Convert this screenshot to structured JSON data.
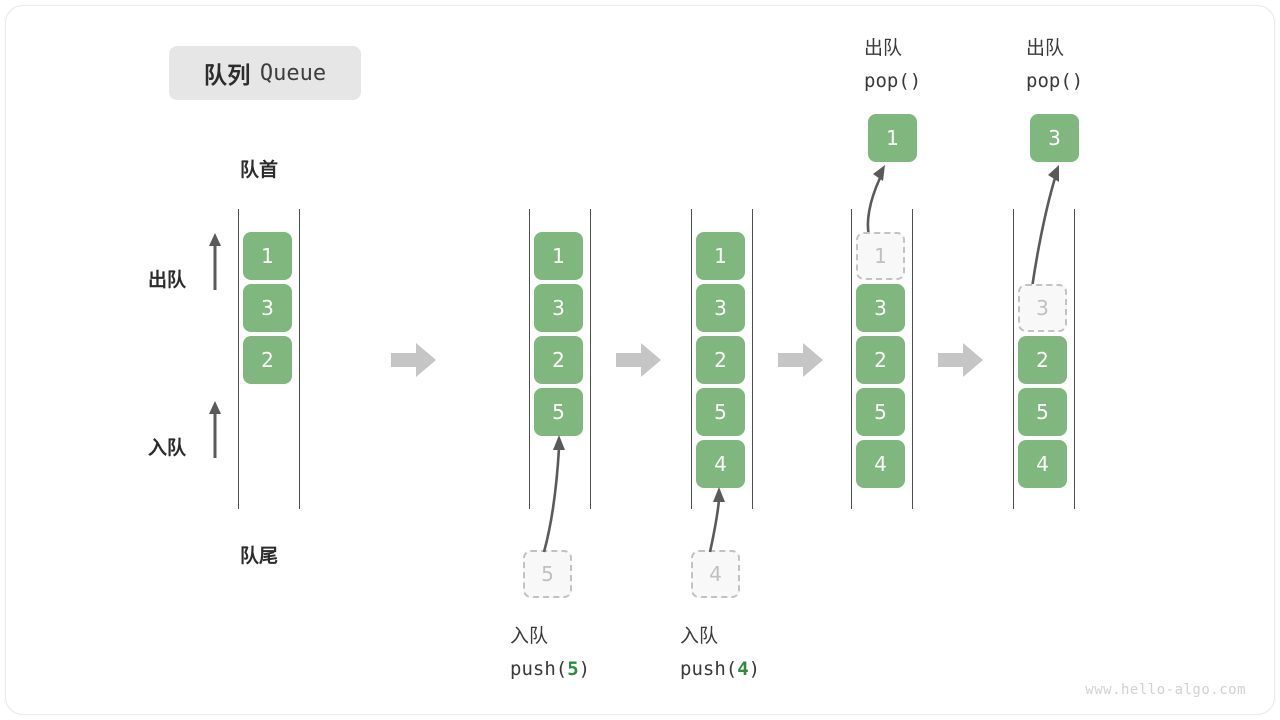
{
  "meta": {
    "title_cn": "队列",
    "title_en": "Queue",
    "watermark": "www.hello-algo.com"
  },
  "colors": {
    "element_fill": "#7fb77e",
    "element_text": "#ffffff",
    "ghost_fill": "#f8f8f8",
    "ghost_border": "#c2c2c2",
    "ghost_text": "#c0c0c0",
    "rail": "#4f4f4f",
    "flow_arrow": "#c5c5c5",
    "curve_arrow": "#5a5a5a",
    "badge_bg": "#e6e6e6",
    "code_accent": "#2e8b40",
    "watermark": "#d2d2d2"
  },
  "annotations": {
    "front_label": "队首",
    "rear_label": "队尾",
    "dequeue_label": "出队",
    "enqueue_label": "入队"
  },
  "steps": [
    {
      "id": "initial",
      "cells": [
        "1",
        "3",
        "2"
      ],
      "ghost_index": null,
      "caption_cn": "",
      "caption_code": "",
      "top_caption_cn": "",
      "top_caption_code": "",
      "out_value": "",
      "in_value": ""
    },
    {
      "id": "push-5",
      "cells": [
        "1",
        "3",
        "2",
        "5"
      ],
      "ghost_index": null,
      "caption_cn": "入队",
      "caption_code_pre": "push(",
      "caption_code_num": "5",
      "caption_code_post": ")",
      "in_value": "5"
    },
    {
      "id": "push-4",
      "cells": [
        "1",
        "3",
        "2",
        "5",
        "4"
      ],
      "ghost_index": null,
      "caption_cn": "入队",
      "caption_code_pre": "push(",
      "caption_code_num": "4",
      "caption_code_post": ")",
      "in_value": "4"
    },
    {
      "id": "pop-1",
      "cells": [
        "1",
        "3",
        "2",
        "5",
        "4"
      ],
      "ghost_index": 0,
      "top_caption_cn": "出队",
      "top_caption_code": "pop()",
      "out_value": "1"
    },
    {
      "id": "pop-3",
      "cells": [
        "3",
        "2",
        "5",
        "4"
      ],
      "ghost_index": 0,
      "top_caption_cn": "出队",
      "top_caption_code": "pop()",
      "out_value": "3"
    }
  ],
  "flow_arrows": [
    {
      "name": "flow-arrow-1"
    },
    {
      "name": "flow-arrow-2"
    },
    {
      "name": "flow-arrow-3"
    },
    {
      "name": "flow-arrow-4"
    }
  ]
}
